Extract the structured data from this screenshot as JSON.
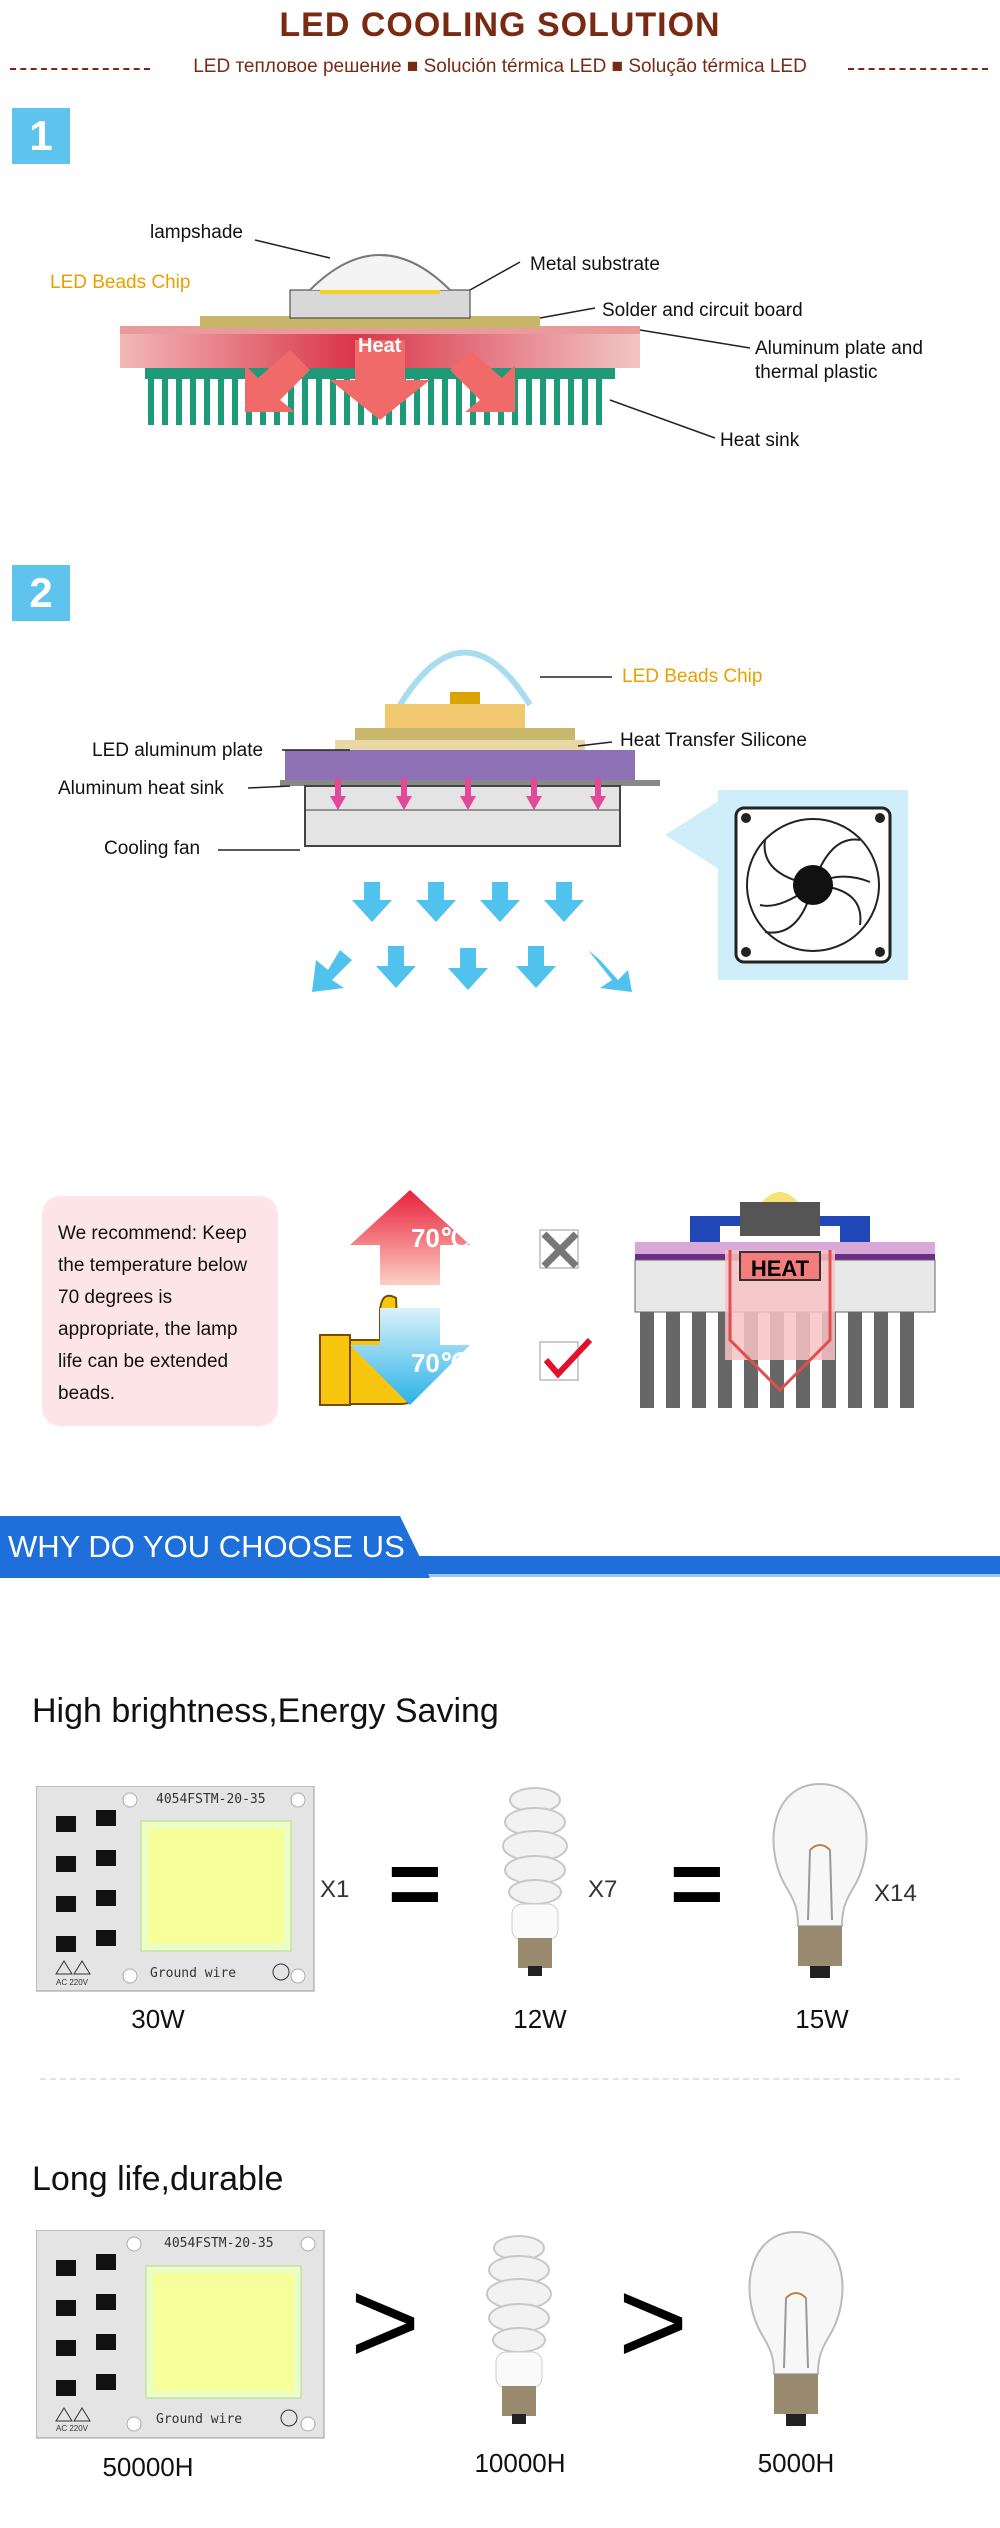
{
  "header": {
    "title": "LED COOLING SOLUTION",
    "subtitle": "LED тепловое решение ■ Solución térmica LED ■ Solução térmica LED"
  },
  "diagram1": {
    "number": "1",
    "labels": {
      "lampshade": "lampshade",
      "chip": "LED Beads Chip",
      "metal": "Metal substrate",
      "solder": "Solder and circuit board",
      "aluminum": "Aluminum plate and",
      "aluminum2": "thermal plastic",
      "sink": "Heat sink",
      "heat": "Heat"
    }
  },
  "diagram2": {
    "number": "2",
    "labels": {
      "chip": "LED Beads Chip",
      "plate": "LED aluminum plate",
      "silicone": "Heat Transfer Silicone",
      "sink": "Aluminum heat sink",
      "fan": "Cooling fan"
    }
  },
  "recommend": {
    "text": "We recommend: Keep the temperature below 70 degrees is appropriate, the lamp life can be extended beads.",
    "hot": "70℃",
    "cool": "70℃",
    "heat": "HEAT"
  },
  "banner": {
    "label": "WHY DO YOU CHOOSE US"
  },
  "brightness": {
    "title": "High brightness,Energy Saving",
    "chip_text": "4054FSTM-20-35",
    "ground": "Ground wire",
    "ac": "AC 220V",
    "items": [
      {
        "mult": "X1",
        "label": "30W"
      },
      {
        "mult": "X7",
        "label": "12W"
      },
      {
        "mult": "X14",
        "label": "15W"
      }
    ]
  },
  "life": {
    "title": "Long life,durable",
    "chip_text": "4054FSTM-20-35",
    "ground": "Ground wire",
    "ac": "AC 220V",
    "items": [
      {
        "label": "50000H"
      },
      {
        "label": "10000H"
      },
      {
        "label": "5000H"
      }
    ]
  },
  "colors": {
    "title": "#7a2a12",
    "accent_blue": "#1e6fd9",
    "number_box": "#5ec4ee",
    "chip_label": "#e8a000"
  }
}
